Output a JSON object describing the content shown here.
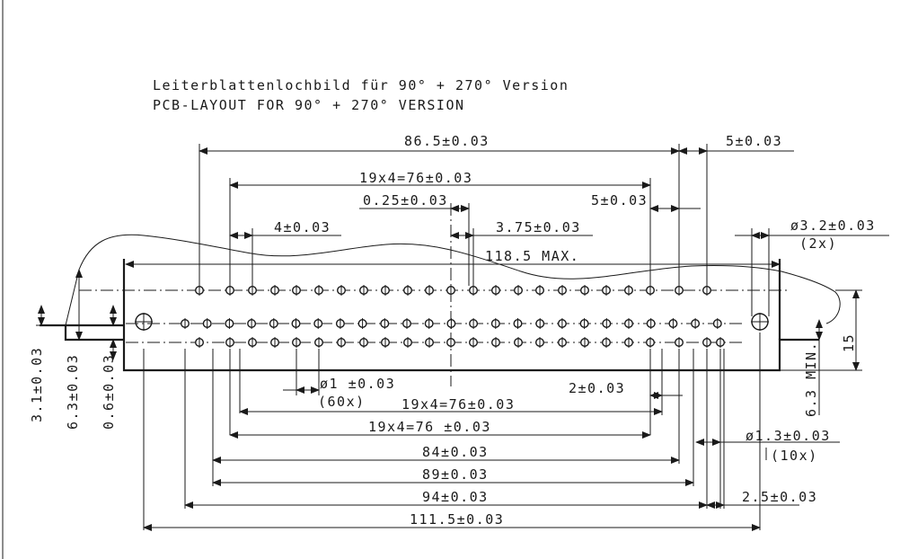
{
  "title": {
    "line1": "Leiterblattenlochbild für 90° + 270° Version",
    "line2": "PCB-LAYOUT FOR 90° + 270° VERSION"
  },
  "top_dims": {
    "d86": "86.5±0.03",
    "d5r": "5±0.03",
    "d76": "19x4=76±0.03",
    "d025": "0.25±0.03",
    "d5": "5±0.03",
    "d4": "4±0.03",
    "d375": "3.75±0.03",
    "d32": "ø3.2±0.03",
    "d32n": "(2x)",
    "dmax": "118.5 MAX."
  },
  "side_dims": {
    "d31": "3.1±0.03",
    "d63": "6.3±0.03",
    "d06": "0.6±0.03",
    "d15": "15",
    "dmin": "6.3 MIN."
  },
  "bottom_dims": {
    "d1": "ø1 ±0.03",
    "d1n": "(60x)",
    "d2": "2±0.03",
    "d76a": "19x4=76±0.03",
    "d76b": "19x4=76 ±0.03",
    "d13": "ø1.3±0.03",
    "d13n": "(10x)",
    "d84": "84±0.03",
    "d89": "89±0.03",
    "d94": "94±0.03",
    "d25": "2.5±0.03",
    "d1115": "111.5±0.03"
  }
}
